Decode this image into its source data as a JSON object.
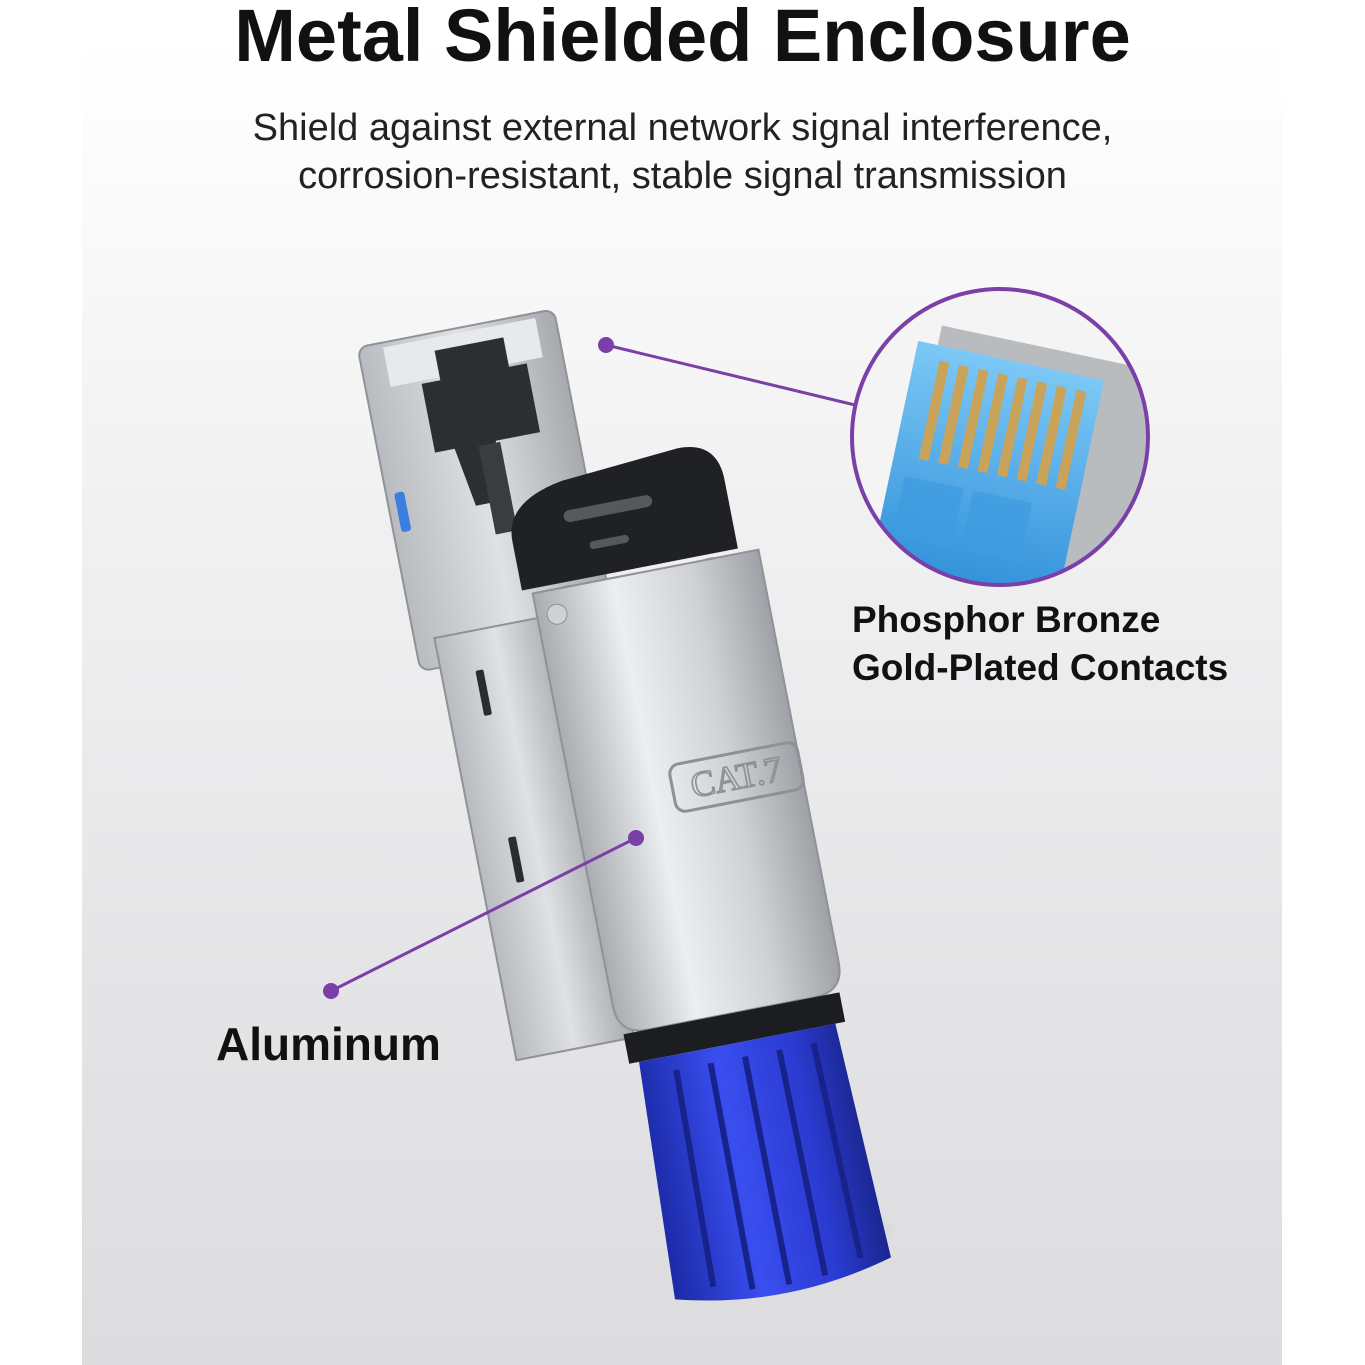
{
  "header": {
    "title": "Metal Shielded Enclosure",
    "subtitle_line1": "Shield against external network signal interference,",
    "subtitle_line2": "corrosion-resistant, stable signal transmission"
  },
  "product": {
    "embossed_label": "CAT.7"
  },
  "callouts": {
    "contacts_line1": "Phosphor Bronze",
    "contacts_line2": "Gold-Plated Contacts",
    "aluminum": "Aluminum"
  },
  "colors": {
    "accent": "#7b3fa8",
    "boot_blue": "#2f3fd6",
    "metal": "#c9cbce",
    "contact_gold": "#c9a35a",
    "insulator_blue": "#4fb3f0"
  },
  "icons": {
    "zoom_inset": "magnifier-circle",
    "pointer_dot": "callout-dot"
  }
}
